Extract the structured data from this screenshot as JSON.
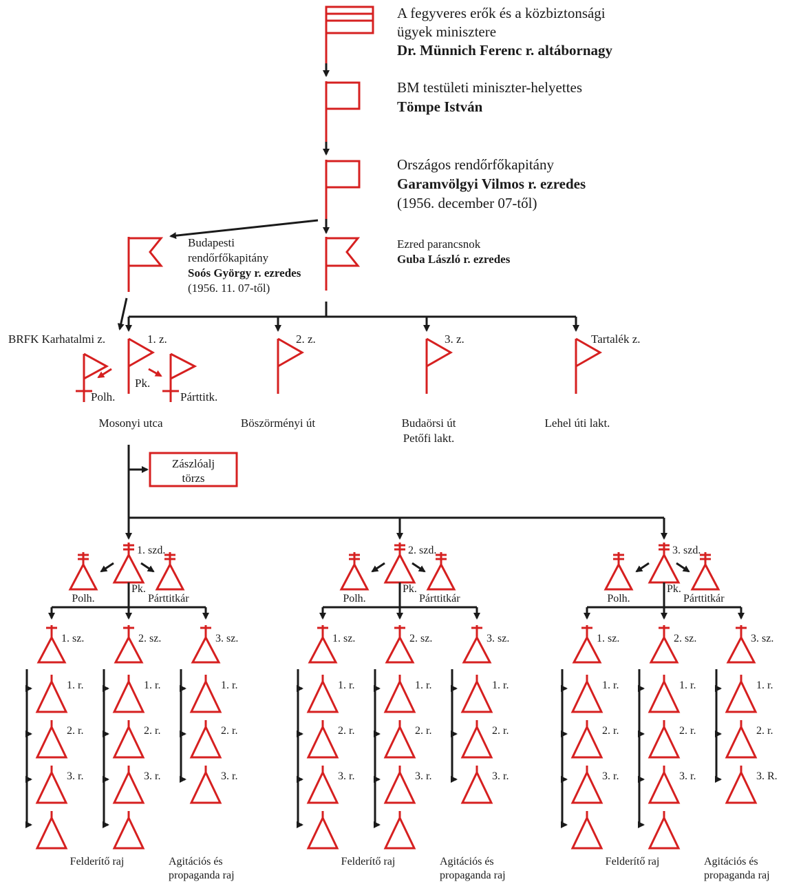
{
  "colors": {
    "symbol": "#d62020",
    "connector": "#1a1a1a",
    "background": "#ffffff"
  },
  "top_chain": {
    "minister": {
      "title_line1": "A fegyveres erők és a közbiztonsági",
      "title_line2": "ügyek minisztere",
      "name": "Dr. Münnich Ferenc r. altábornagy"
    },
    "deputy": {
      "title": "BM testületi miniszter-helyettes",
      "name": "Tömpe István"
    },
    "chief": {
      "title": "Országos rendőrfőkapitány",
      "name": "Garamvölgyi Vilmos r. ezredes",
      "date": "(1956. december 07-től)"
    },
    "budapest_chief": {
      "line1": "Budapesti",
      "line2": "rendőrfőkapitány",
      "name": "Soós György r. ezredes",
      "date": "(1956. 11. 07-től)"
    },
    "regiment": {
      "title": "Ezred parancsnok",
      "name": "Guba László r. ezredes"
    }
  },
  "battalions": {
    "brfk_label": "BRFK Karhatalmi z.",
    "first": "1. z.",
    "second": "2. z.",
    "third": "3. z.",
    "reserve": "Tartalék z.",
    "pk": "Pk.",
    "polh": "Polh.",
    "partt": "Párttitk.",
    "loc1": "Mosonyi utca",
    "loc2": "Böszörményi út",
    "loc3_line1": "Budaörsi út",
    "loc3_line2": "Petőfi lakt.",
    "loc4": "Lehel úti lakt."
  },
  "staff_box": {
    "line1": "Zászlóalj",
    "line2": "törzs"
  },
  "companies": [
    {
      "label": "1. szd.",
      "pk": "Pk.",
      "polh": "Polh.",
      "partt": "Párttitkár",
      "platoons": [
        {
          "label": "1. sz.",
          "squads": [
            "1. r.",
            "2. r.",
            "3. r."
          ]
        },
        {
          "label": "2. sz.",
          "squads": [
            "1. r.",
            "2. r.",
            "3. r."
          ]
        },
        {
          "label": "3. sz.",
          "squads": [
            "1. r.",
            "2. r.",
            "3. r."
          ]
        }
      ],
      "recon": "Felderítő raj",
      "agit_line1": "Agitációs és",
      "agit_line2": "propaganda raj"
    },
    {
      "label": "2. szd.",
      "pk": "Pk.",
      "polh": "Polh.",
      "partt": "Párttitkár",
      "platoons": [
        {
          "label": "1. sz.",
          "squads": [
            "1. r.",
            "2. r.",
            "3. r."
          ]
        },
        {
          "label": "2. sz.",
          "squads": [
            "1. r.",
            "2. r.",
            "3. r."
          ]
        },
        {
          "label": "3. sz.",
          "squads": [
            "1. r.",
            "2. r.",
            "3. r."
          ]
        }
      ],
      "recon": "Felderítő raj",
      "agit_line1": "Agitációs és",
      "agit_line2": "propaganda raj"
    },
    {
      "label": "3. szd.",
      "pk": "Pk.",
      "polh": "Polh.",
      "partt": "Párttitkár",
      "platoons": [
        {
          "label": "1. sz.",
          "squads": [
            "1. r.",
            "2. r.",
            "3. r."
          ]
        },
        {
          "label": "2. sz.",
          "squads": [
            "1. r.",
            "2. r.",
            "3. r."
          ]
        },
        {
          "label": "3. sz.",
          "squads": [
            "1. r.",
            "2. r.",
            "3. R."
          ]
        }
      ],
      "recon": "Felderítő raj",
      "agit_line1": "Agitációs és",
      "agit_line2": "propaganda raj"
    }
  ]
}
